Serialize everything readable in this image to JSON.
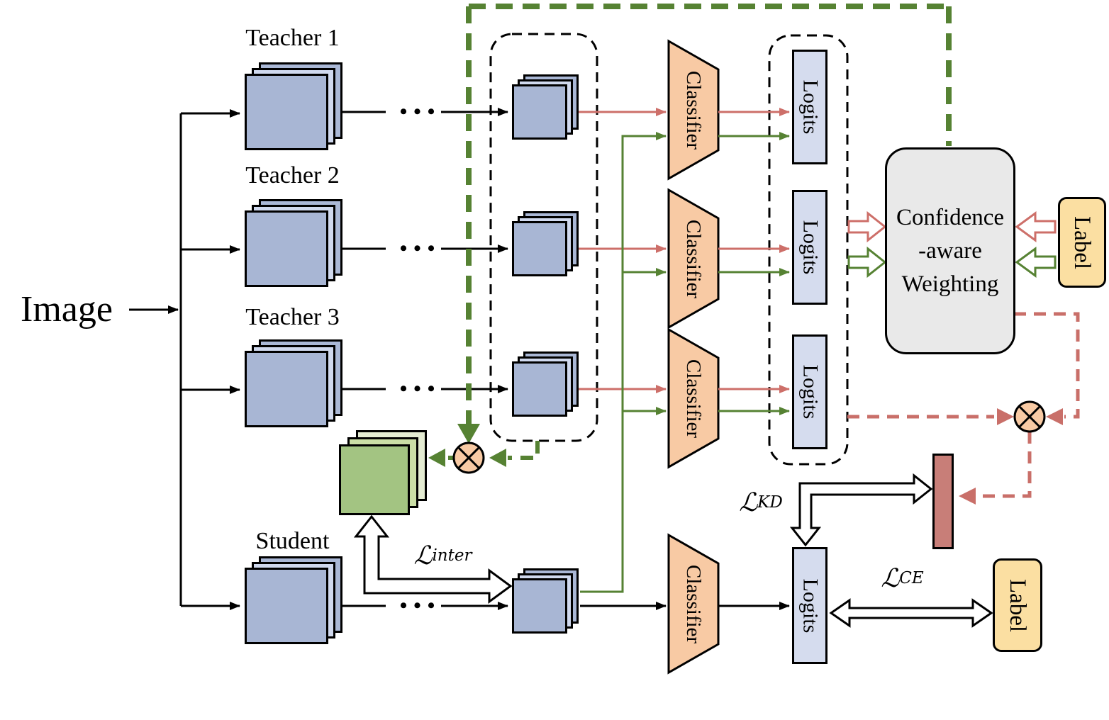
{
  "figure": {
    "image_label": "Image",
    "teacher_labels": [
      "Teacher 1",
      "Teacher 2",
      "Teacher 3"
    ],
    "student_label": "Student",
    "classifier_label": "Classifier",
    "logits_label": "Logits",
    "label_text": "Label",
    "confidence_weighting": {
      "line1": "Confidence",
      "line2": "-aware",
      "line3": "Weighting"
    },
    "dots": "•••",
    "losses": {
      "inter": {
        "symbol": "ℒ",
        "subscript": "inter"
      },
      "kd": {
        "symbol": "ℒ",
        "subscript": "KD"
      },
      "ce": {
        "symbol": "ℒ",
        "subscript": "CE"
      }
    },
    "icons": {
      "multiply_operator": "circle-times ⊗"
    },
    "colors": {
      "feature_blue": "#a8b6d4",
      "feature_blue_light": "#d0d9ee",
      "feature_blue_back": "#aab8d6",
      "green_feature": "#a3c482",
      "green_feature_mid": "#cbdfa6",
      "green_feature_back": "#e4ecd2",
      "classifier_fill": "#f8caa4",
      "logits_fill": "#d5dcee",
      "label_fill": "#fbdfa2",
      "confidence_fill": "#e9e9e9",
      "weighted_bar_fill": "#c87e78",
      "red_arrow": "#cd6f69",
      "green_arrow": "#568233"
    }
  }
}
